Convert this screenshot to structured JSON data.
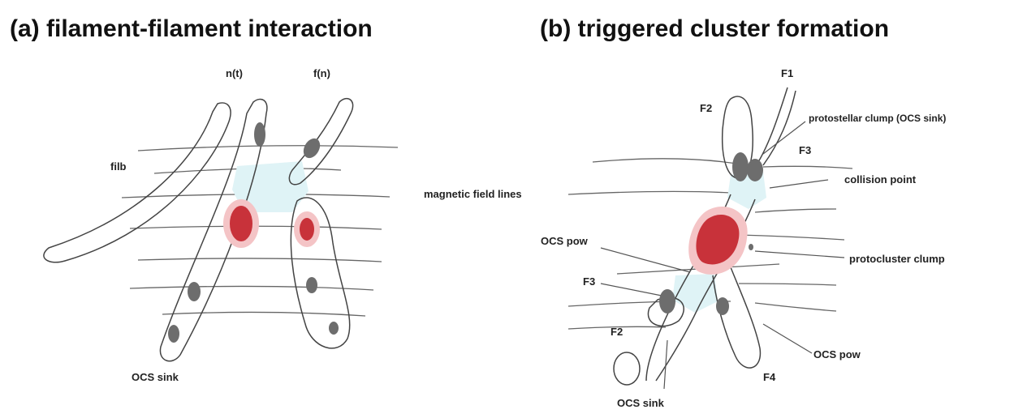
{
  "panels": {
    "a": {
      "title": "(a) filament-filament interaction"
    },
    "b": {
      "title": "(b) triggered cluster formation"
    }
  },
  "labels": {
    "a_top_left": "n(t)",
    "a_top_right": "f(n)",
    "a_side": "filb",
    "a_bottom": "OCS sink",
    "magnetic_field": "magnetic field lines",
    "b_f1_top": "F1",
    "b_f2_top": "F2",
    "b_f3": "F3",
    "b_proto_clump": "protostellar clump (OCS sink)",
    "b_collision": "collision point",
    "b_ocs_pow_left": "OCS pow",
    "b_f3_left": "F3",
    "b_f2_low": "F2",
    "b_cluster_clump": "protocluster clump",
    "b_ocs_pow_right": "OCS pow",
    "b_f4": "F4",
    "b_ocs_sink": "OCS sink"
  },
  "colors": {
    "clump": "#c8323a",
    "clump_halo": "#f4c4c6",
    "overlap": "#dff3f6",
    "core": "#6d6d6d"
  }
}
